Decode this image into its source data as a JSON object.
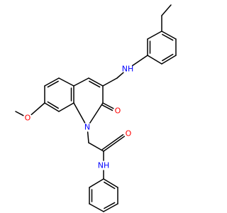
{
  "molecule": {
    "atoms": {
      "nh_amine": "NH",
      "n_ring": "N",
      "o_lactam": "O",
      "o_methoxy": "O",
      "o_amide": "O",
      "nh_amide": "NH"
    }
  },
  "colors": {
    "bond": "#000000",
    "nitrogen": "#0000ff",
    "oxygen": "#ff0000"
  }
}
